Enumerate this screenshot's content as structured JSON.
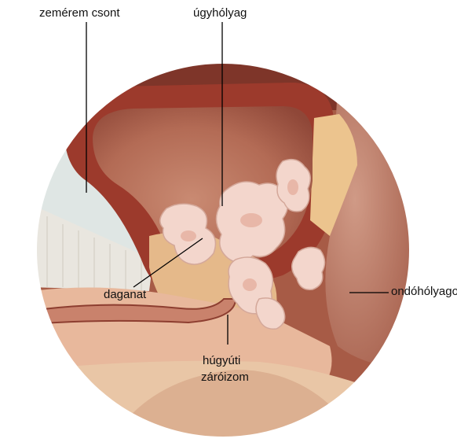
{
  "labels": {
    "pubic_bone": "zemérem csont",
    "bladder": "úgyhólyag",
    "tumor": "daganat",
    "seminal_vesicles": "ondóhólyagok",
    "sphincter_line1": "húgyúti",
    "sphincter_line2": "záróizom"
  },
  "colors": {
    "background": "#ffffff",
    "bladder_wall": "#9c3a2c",
    "bladder_lumen": "#b6705a",
    "tumor": "#f3d6cc",
    "bone": "#dfe6e4",
    "fat": "#ecc48e",
    "leader_line": "#000000"
  }
}
